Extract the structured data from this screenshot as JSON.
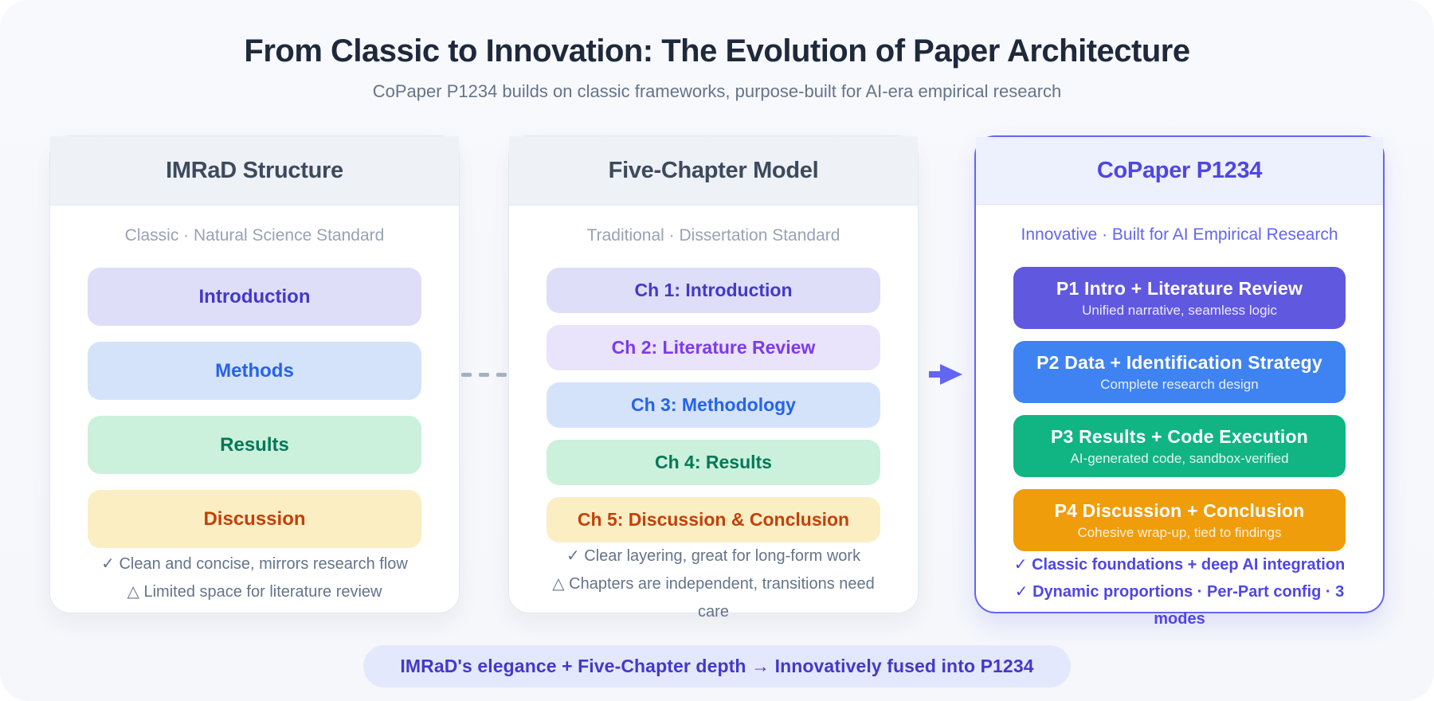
{
  "header": {
    "title": "From Classic to Innovation: The Evolution of Paper Architecture",
    "subtitle": "CoPaper P1234 builds on classic frameworks, purpose-built for AI-era empirical research"
  },
  "colors": {
    "accent": "#6366f1",
    "dash": "#94a3b8",
    "banner_bg": "#e4e8fc",
    "banner_text": "#4338ca"
  },
  "cards": [
    {
      "title": "IMRaD Structure",
      "subtitle": "Classic · Natural Science Standard",
      "items": [
        {
          "label": "Introduction",
          "bg": "#dedef9",
          "color": "#4338ca"
        },
        {
          "label": "Methods",
          "bg": "#d5e3fa",
          "color": "#2563eb"
        },
        {
          "label": "Results",
          "bg": "#cbf0dc",
          "color": "#047857"
        },
        {
          "label": "Discussion",
          "bg": "#fbeec3",
          "color": "#c2410c"
        }
      ],
      "notes": [
        {
          "icon": "✓",
          "text": "Clean and concise, mirrors research flow"
        },
        {
          "icon": "△",
          "text": "Limited space for literature review"
        }
      ]
    },
    {
      "title": "Five-Chapter Model",
      "subtitle": "Traditional · Dissertation Standard",
      "items": [
        {
          "label": "Ch 1: Introduction",
          "bg": "#dedef9",
          "color": "#4338ca"
        },
        {
          "label": "Ch 2: Literature Review",
          "bg": "#e9e3fb",
          "color": "#7c3aed"
        },
        {
          "label": "Ch 3: Methodology",
          "bg": "#d5e3fa",
          "color": "#2563eb"
        },
        {
          "label": "Ch 4: Results",
          "bg": "#cbf0dc",
          "color": "#047857"
        },
        {
          "label": "Ch 5: Discussion & Conclusion",
          "bg": "#fbeec3",
          "color": "#c2410c"
        }
      ],
      "notes": [
        {
          "icon": "✓",
          "text": "Clear layering, great for long-form work"
        },
        {
          "icon": "△",
          "text": "Chapters are independent, transitions need care"
        }
      ]
    },
    {
      "title": "CoPaper P1234",
      "title_color": "#4f46e5",
      "subtitle": "Innovative · Built for AI Empirical Research",
      "subtitle_color": "#6366f1",
      "items": [
        {
          "title": "P1 Intro + Literature Review",
          "sub": "Unified narrative, seamless logic",
          "bg": "#6158e0"
        },
        {
          "title": "P2 Data + Identification Strategy",
          "sub": "Complete research design",
          "bg": "#3f82f2"
        },
        {
          "title": "P3 Results + Code Execution",
          "sub": "AI-generated code, sandbox-verified",
          "bg": "#10b583"
        },
        {
          "title": "P4 Discussion + Conclusion",
          "sub": "Cohesive wrap-up, tied to findings",
          "bg": "#f09d0b"
        }
      ],
      "notes": [
        {
          "icon": "✓",
          "text": "Classic foundations + deep AI integration",
          "color": "#4f46e5"
        },
        {
          "icon": "✓",
          "text": "Dynamic proportions · Per-Part config · 3 modes",
          "color": "#4f46e5"
        }
      ]
    }
  ],
  "banner": {
    "text": "IMRaD's elegance + Five-Chapter depth → Innovatively fused into P1234"
  }
}
